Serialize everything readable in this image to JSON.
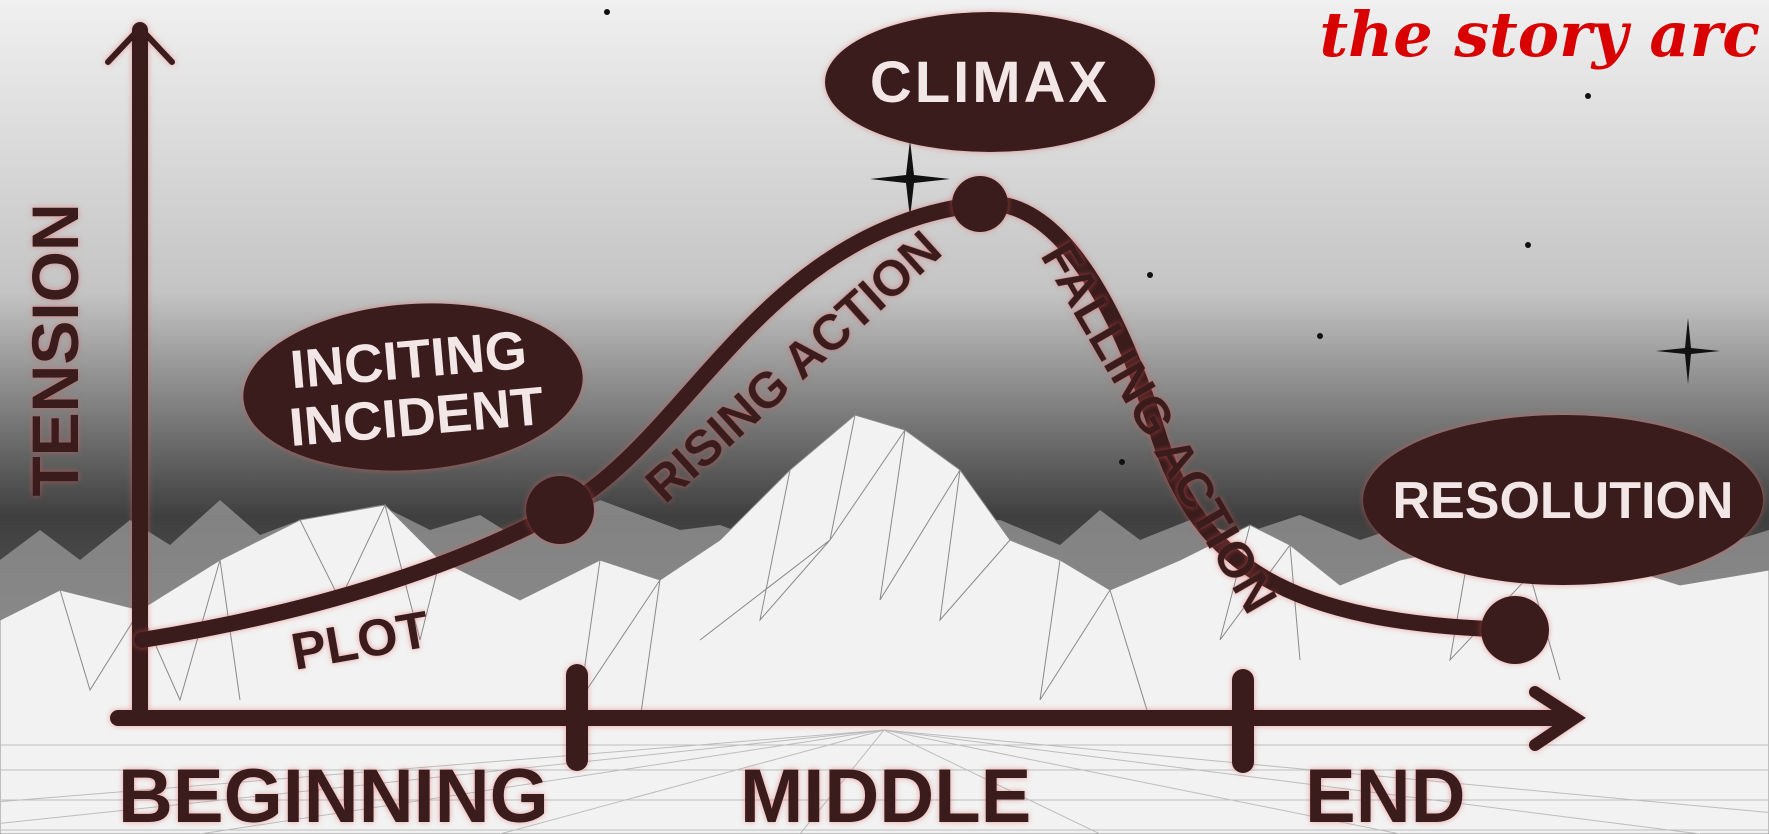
{
  "title": "the story arc",
  "axis": {
    "y_label": "TENSION",
    "sections": [
      "BEGINNING",
      "MIDDLE",
      "END"
    ]
  },
  "labels": {
    "plot": "PLOT",
    "rising": "RISING ACTION",
    "falling": "FALLING ACTION"
  },
  "bubbles": {
    "inciting_line1": "INCITING",
    "inciting_line2": "INCIDENT",
    "climax": "CLIMAX",
    "resolution": "RESOLUTION"
  },
  "colors": {
    "ink": "#3a1a1c",
    "title": "#d80000",
    "glow": "#e05a5a",
    "bubble_text": "#f2e6e6"
  }
}
